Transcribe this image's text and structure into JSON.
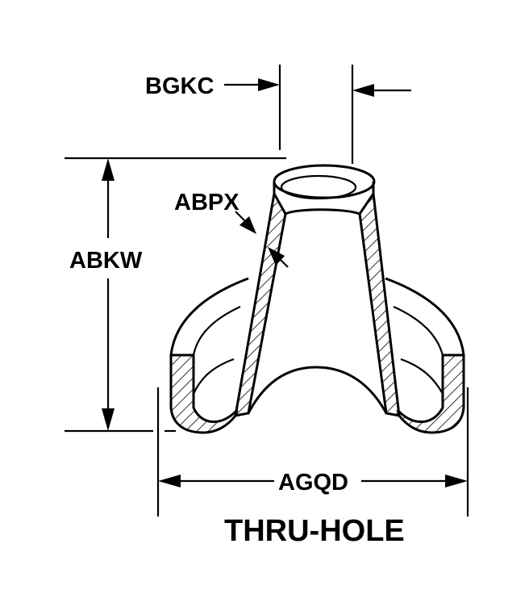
{
  "labels": {
    "bgkc": "BGKC",
    "abpx": "ABPX",
    "abkw": "ABKW",
    "agqd": "AGQD",
    "title": "THRU-HOLE"
  },
  "colors": {
    "ink": "#000000",
    "background": "#ffffff"
  }
}
